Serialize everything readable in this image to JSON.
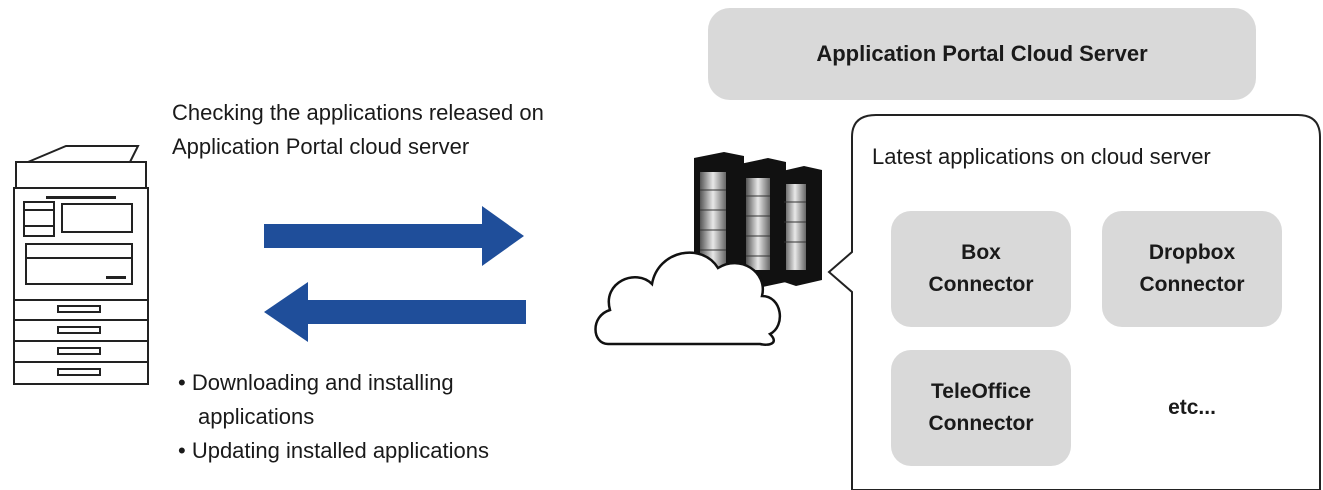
{
  "portal": {
    "title": "Application Portal Cloud Server"
  },
  "intro": {
    "line1": "Checking the applications released on",
    "line2": "Application Portal cloud server"
  },
  "actions": {
    "item1_line1": "• Downloading and installing",
    "item1_line2": "applications",
    "item2": "• Updating installed applications"
  },
  "cloud_panel": {
    "title": "Latest applications on cloud server",
    "apps": [
      {
        "line1": "Box",
        "line2": "Connector"
      },
      {
        "line1": "Dropbox",
        "line2": "Connector"
      },
      {
        "line1": "TeleOffice",
        "line2": "Connector"
      }
    ],
    "more": "etc..."
  },
  "colors": {
    "arrow": "#1f4e9a",
    "tile": "#d9d9d9",
    "outline": "#222222"
  },
  "icons": [
    "printer-icon",
    "server-icon",
    "cloud-icon"
  ]
}
